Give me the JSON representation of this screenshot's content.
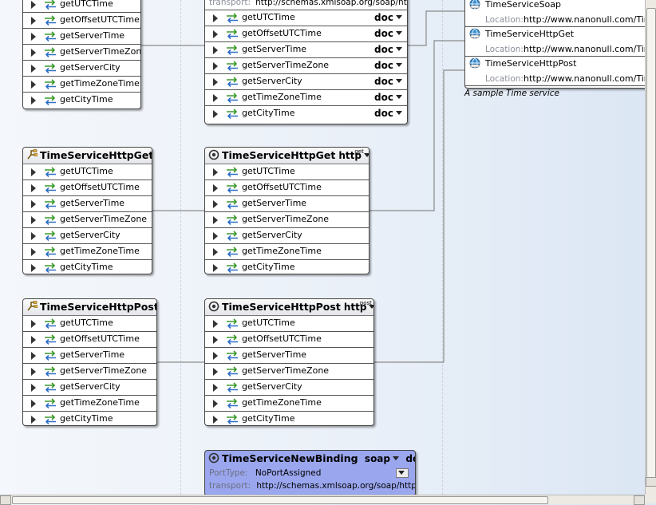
{
  "port_types": [
    {
      "title": "",
      "ops": [
        "getUTCTime",
        "getOffsetUTCTime",
        "getServerTime",
        "getServerTimeZone",
        "getServerCity",
        "getTimeZoneTime",
        "getCityTime"
      ]
    },
    {
      "title": "TimeServiceHttpGet",
      "ops": [
        "getUTCTime",
        "getOffsetUTCTime",
        "getServerTime",
        "getServerTimeZone",
        "getServerCity",
        "getTimeZoneTime",
        "getCityTime"
      ]
    },
    {
      "title": "TimeServiceHttpPost",
      "ops": [
        "getUTCTime",
        "getOffsetUTCTime",
        "getServerTime",
        "getServerTimeZone",
        "getServerCity",
        "getTimeZoneTime",
        "getCityTime"
      ]
    }
  ],
  "bindings": [
    {
      "title": "",
      "transport_label": "transport:",
      "transport": "http://schemas.xmlsoap.org/soap/http",
      "style": "doc",
      "ops": [
        "getUTCTime",
        "getOffsetUTCTime",
        "getServerTime",
        "getServerTimeZone",
        "getServerCity",
        "getTimeZoneTime",
        "getCityTime"
      ]
    },
    {
      "title": "TimeServiceHttpGet",
      "protocol": "http",
      "verb": "get",
      "ops": [
        "getUTCTime",
        "getOffsetUTCTime",
        "getServerTime",
        "getServerTimeZone",
        "getServerCity",
        "getTimeZoneTime",
        "getCityTime"
      ]
    },
    {
      "title": "TimeServiceHttpPost",
      "protocol": "http",
      "verb": "post",
      "ops": [
        "getUTCTime",
        "getOffsetUTCTime",
        "getServerTime",
        "getServerTimeZone",
        "getServerCity",
        "getTimeZoneTime",
        "getCityTime"
      ]
    }
  ],
  "new_binding": {
    "title": "TimeServiceNewBinding",
    "protocol": "soap",
    "style": "doc",
    "porttype_label": "PortType:",
    "porttype": "NoPortAssigned",
    "transport_label": "transport:",
    "transport": "http://schemas.xmlsoap.org/soap/http"
  },
  "service": {
    "location_label": "Location:",
    "ports": [
      {
        "name": "TimeServiceSoap",
        "location": "http://www.nanonull.com/TimeS"
      },
      {
        "name": "TimeServiceHttpGet",
        "location": "http://www.nanonull.com/TimeS"
      },
      {
        "name": "TimeServiceHttpPost",
        "location": "http://www.nanonull.com/TimeS"
      }
    ],
    "documentation": "A sample Time service"
  },
  "colors": {
    "new_binding_bg": "#9aa6ee",
    "connector": "#8a8a8a",
    "arrow_green": "#3a9a2a",
    "arrow_blue": "#2f6fc7"
  }
}
